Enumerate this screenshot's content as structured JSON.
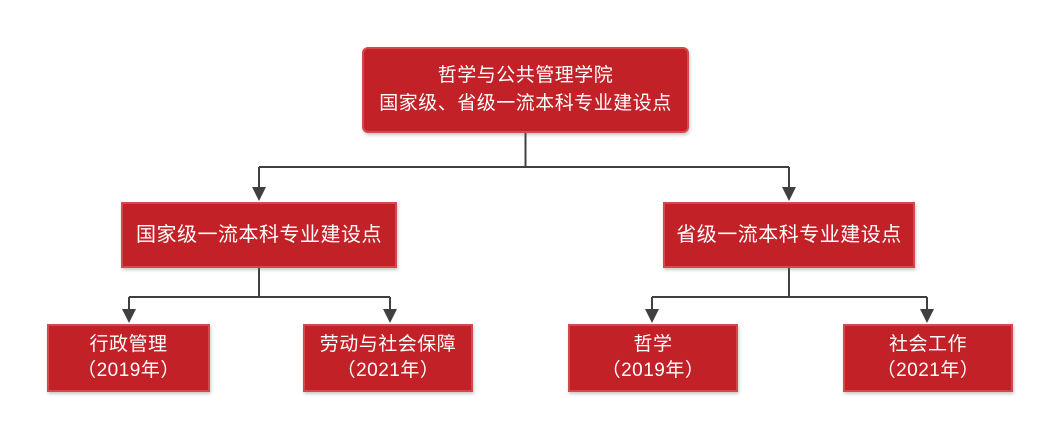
{
  "palette": {
    "page_bg": "#ffffff",
    "node_fill": "#c12127",
    "node_border": "#d24a4e",
    "node_text": "#ffffff",
    "connector": "#404040"
  },
  "tree": {
    "root": {
      "line1": "哲学与公共管理学院",
      "line2": "国家级、省级一流本科专业建设点"
    },
    "branches": [
      {
        "label": "国家级一流本科专业建设点",
        "children": [
          {
            "name": "行政管理",
            "year": "（2019年）"
          },
          {
            "name": "劳动与社会保障",
            "year": "（2021年）"
          }
        ]
      },
      {
        "label": "省级一流本科专业建设点",
        "children": [
          {
            "name": "哲学",
            "year": "（2019年）"
          },
          {
            "name": "社会工作",
            "year": "（2021年）"
          }
        ]
      }
    ]
  }
}
